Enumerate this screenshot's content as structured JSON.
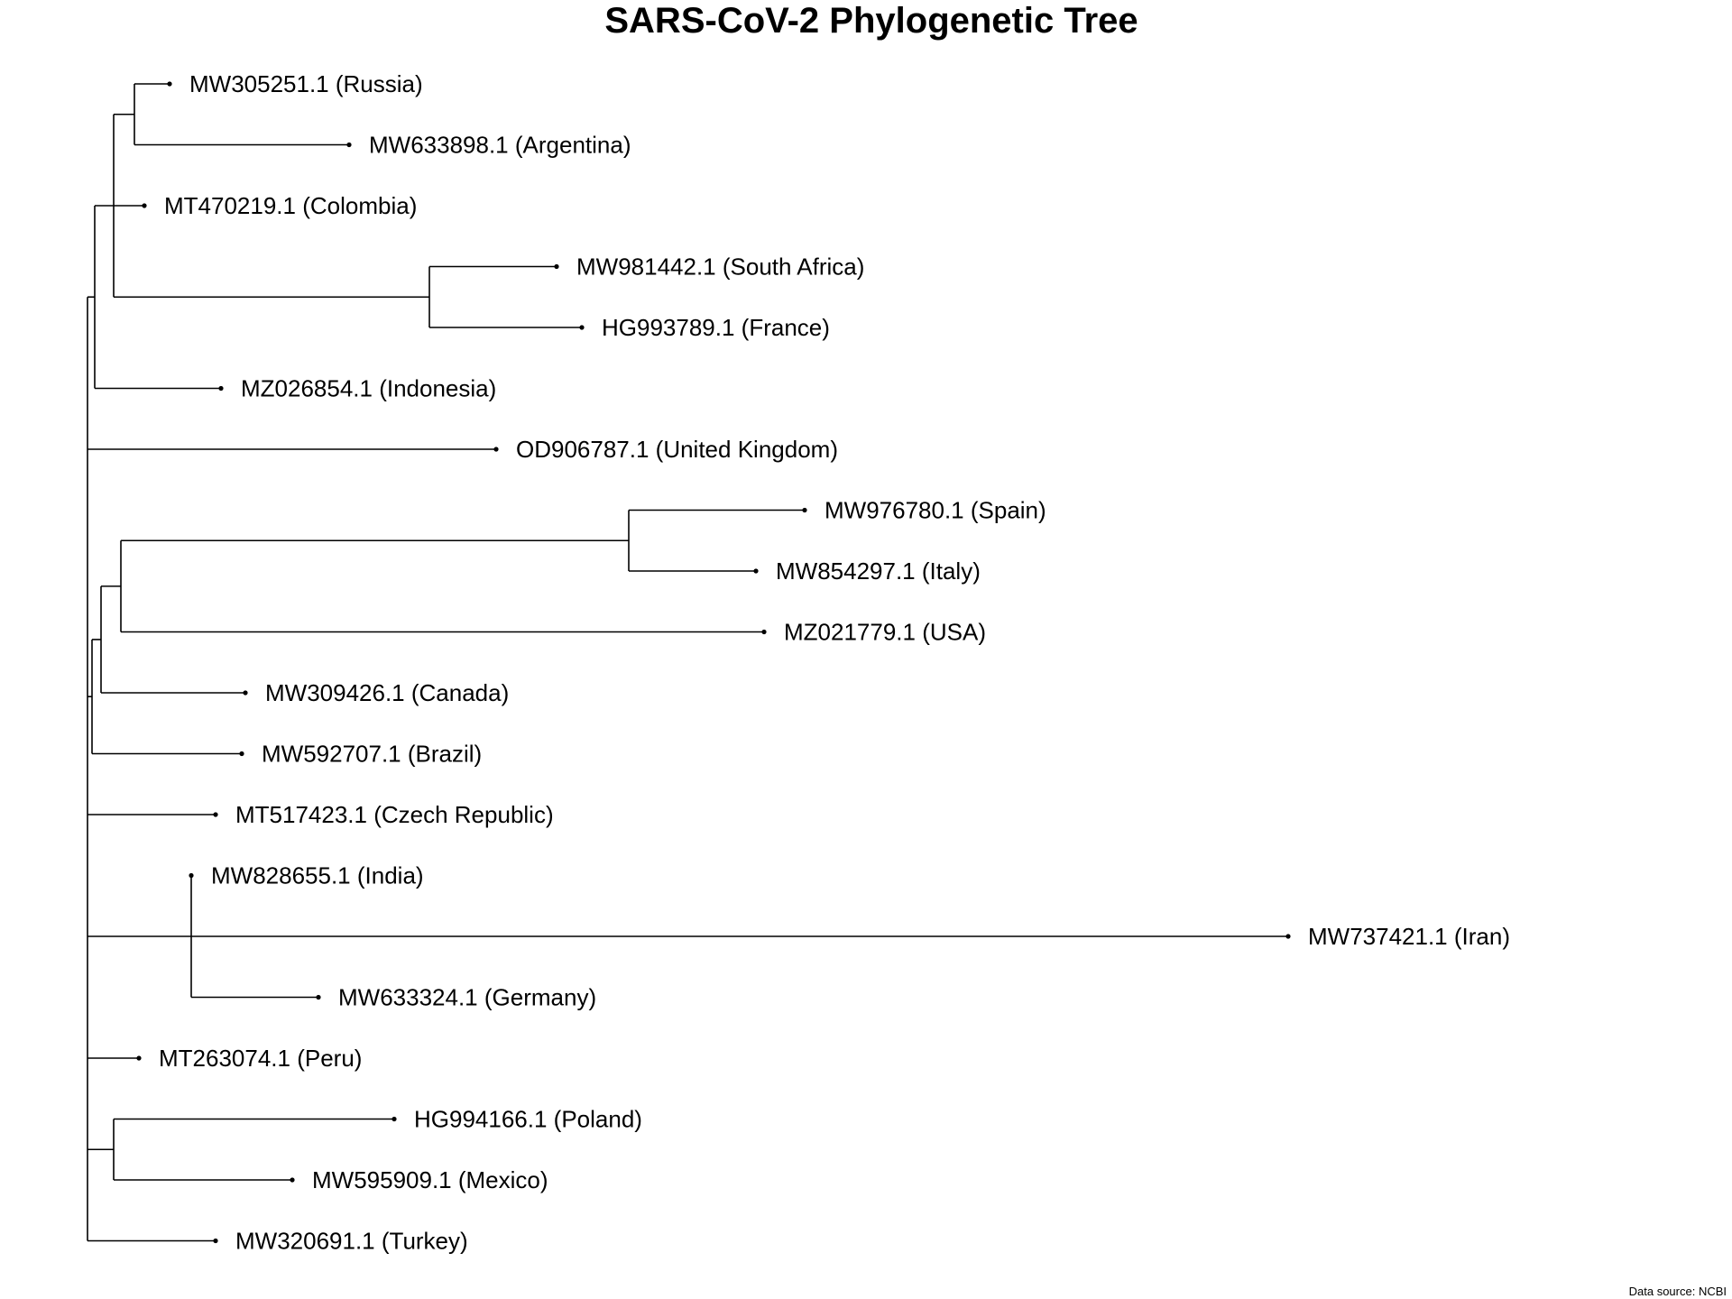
{
  "title": "SARS-CoV-2 Phylogenetic Tree",
  "caption": "Data source: NCBI",
  "tree": {
    "children": [
      {
        "children": [
          {
            "children": [
              {
                "children": [
                  {
                    "label": "MW305251.1  (Russia)"
                  },
                  {
                    "label": "MW633898.1  (Argentina)"
                  }
                ]
              },
              {
                "label": "MT470219.1  (Colombia)"
              },
              {
                "children": [
                  {
                    "label": "MW981442.1  (South Africa)"
                  },
                  {
                    "label": "HG993789.1  (France)"
                  }
                ]
              }
            ]
          },
          {
            "label": "MZ026854.1  (Indonesia)"
          }
        ]
      },
      {
        "label": "OD906787.1  (United Kingdom)"
      },
      {
        "children": [
          {
            "children": [
              {
                "children": [
                  {
                    "children": [
                      {
                        "label": "MW976780.1  (Spain)"
                      },
                      {
                        "label": "MW854297.1  (Italy)"
                      }
                    ]
                  },
                  {
                    "label": "MZ021779.1  (USA)"
                  }
                ]
              },
              {
                "label": "MW309426.1  (Canada)"
              }
            ]
          },
          {
            "label": "MW592707.1  (Brazil)"
          }
        ]
      },
      {
        "label": "MT517423.1  (Czech Republic)"
      },
      {
        "children": [
          {
            "label": "MW828655.1  (India)"
          },
          {
            "label": "MW737421.1  (Iran)"
          },
          {
            "label": "MW633324.1  (Germany)"
          }
        ]
      },
      {
        "label": "MT263074.1  (Peru)"
      },
      {
        "children": [
          {
            "label": "HG994166.1  (Poland)"
          },
          {
            "label": "MW595909.1  (Mexico)"
          }
        ]
      },
      {
        "label": "MW320691.1  (Turkey)"
      }
    ]
  }
}
